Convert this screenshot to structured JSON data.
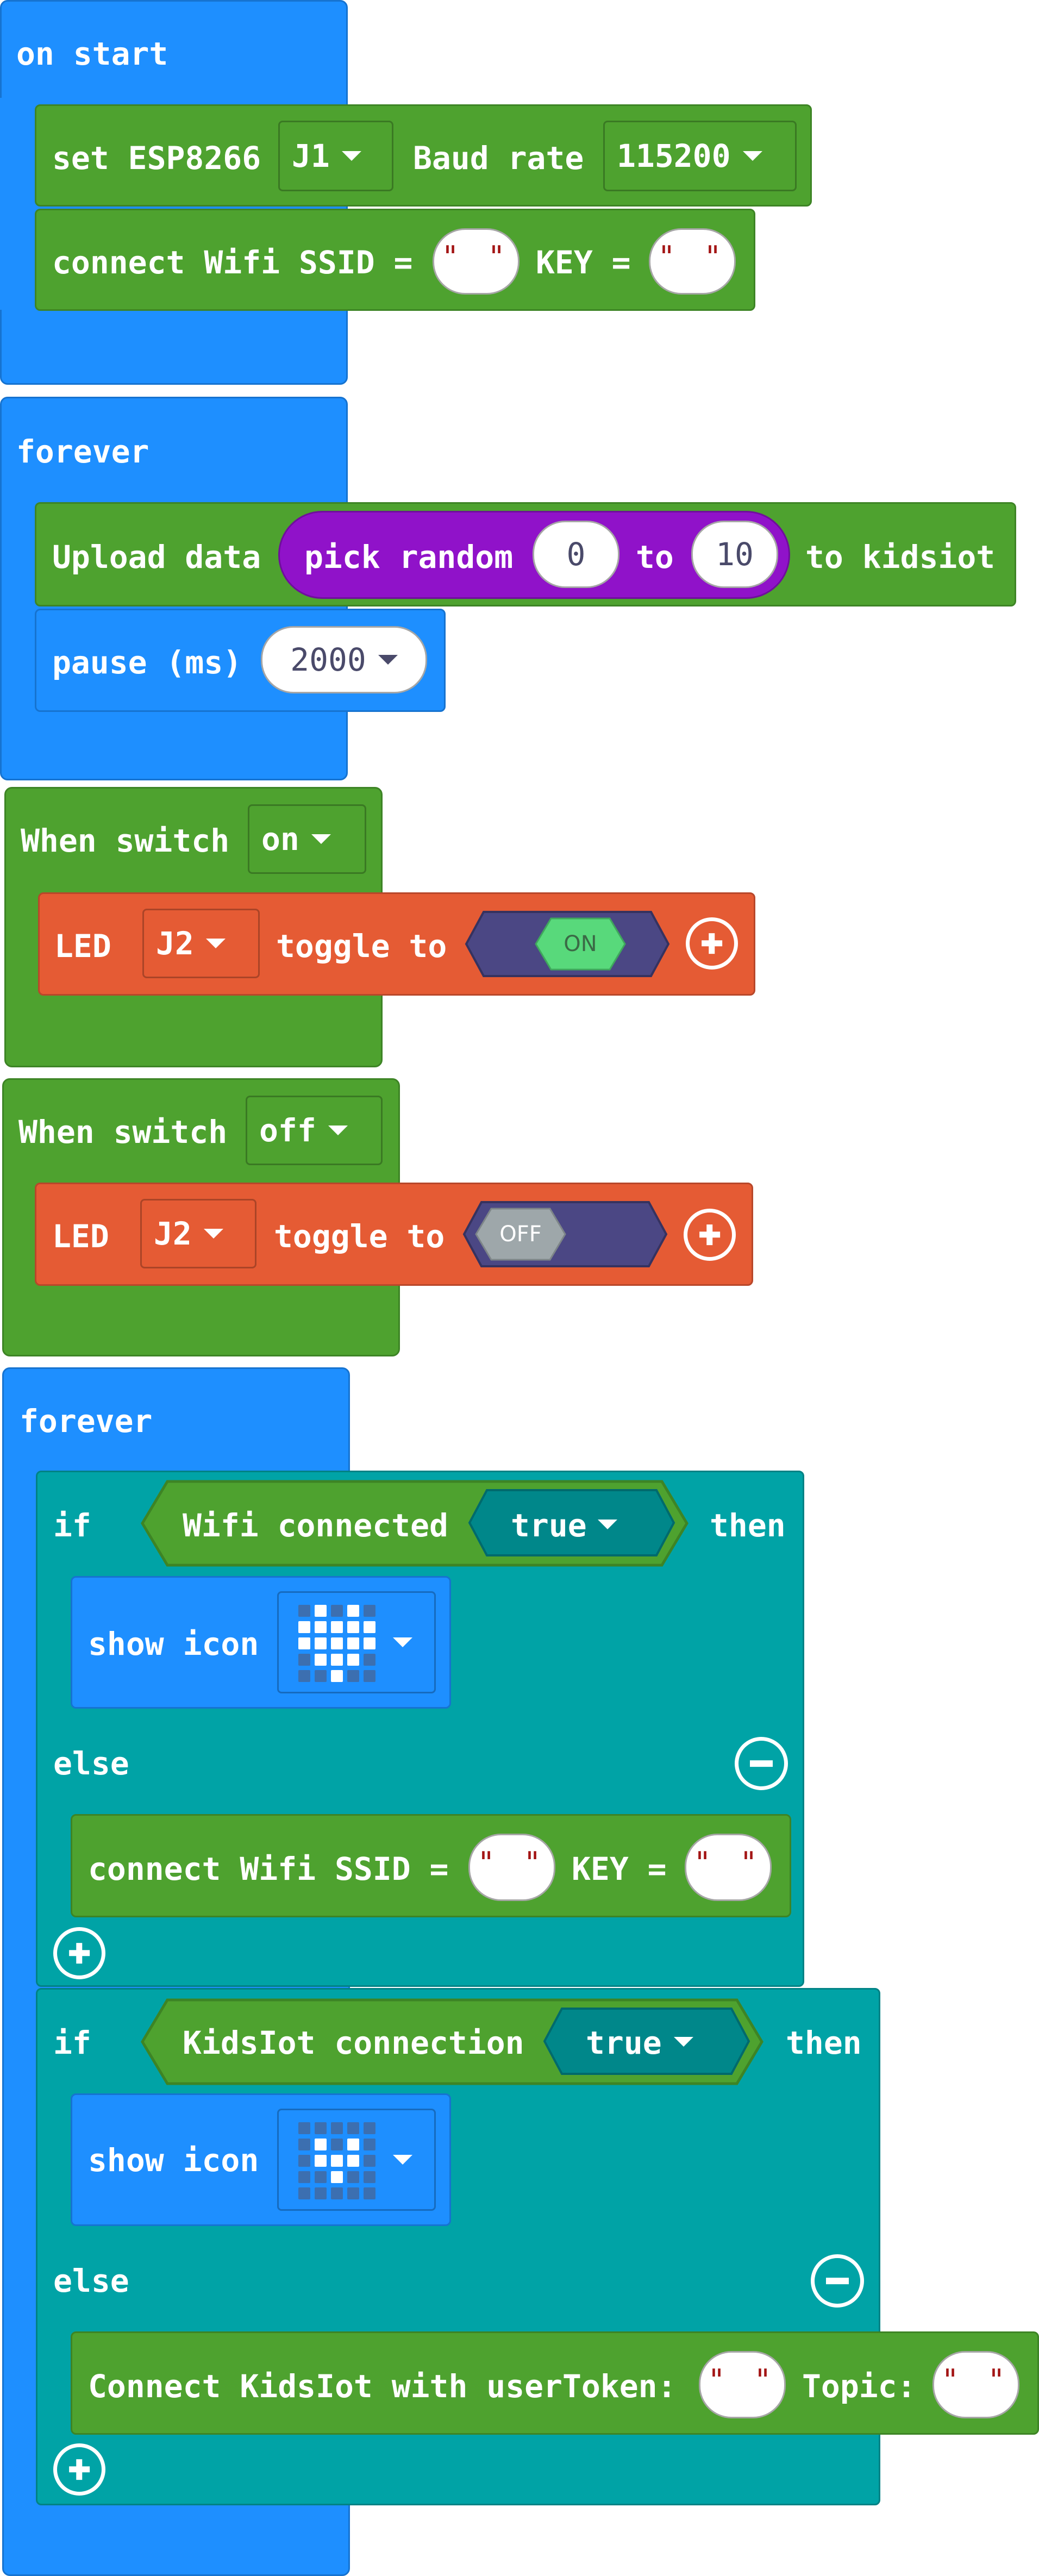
{
  "colors": {
    "basic_blue": "#1e8fff",
    "green": "#4ea22f",
    "orange": "#e55b34",
    "purple": "#9012c9",
    "teal": "#00a3a6",
    "dark_teal": "#00878a",
    "indigo": "#4b4784",
    "on_green": "#58d97b",
    "off_gray": "#9ea7aa"
  },
  "block1": {
    "hat": "on start",
    "set_esp": {
      "label": "set ESP8266",
      "port": "J1",
      "baud_label": "Baud rate",
      "baud": "115200"
    },
    "connect": {
      "label": "connect Wifi SSID =",
      "key_label": "KEY =",
      "ssid_value": "\" \"",
      "key_value": "\" \""
    }
  },
  "block2": {
    "hat": "forever",
    "upload": {
      "label": "Upload data",
      "random_label": "pick random",
      "from": "0",
      "to_label": "to",
      "to": "10",
      "suffix": "to kidsiot"
    },
    "pause": {
      "label": "pause (ms)",
      "value": "2000"
    }
  },
  "block3": {
    "hat": "When switch",
    "state": "on",
    "led": {
      "label": "LED",
      "pin": "J2",
      "toggle_label": "toggle to",
      "value": "ON"
    }
  },
  "block4": {
    "hat": "When switch",
    "state": "off",
    "led": {
      "label": "LED",
      "pin": "J2",
      "toggle_label": "toggle to",
      "value": "OFF"
    }
  },
  "block5": {
    "hat": "forever",
    "if1": {
      "if_label": "if",
      "cond": "Wifi connected",
      "cond_value": "true",
      "then_label": "then",
      "show_icon": "show icon",
      "else_label": "else",
      "connect": {
        "label": "connect Wifi SSID =",
        "key_label": "KEY =",
        "ssid_value": "\" \"",
        "key_value": "\" \""
      },
      "icon": "heart-icon"
    },
    "if2": {
      "if_label": "if",
      "cond": "KidsIot connection",
      "cond_value": "true",
      "then_label": "then",
      "show_icon": "show icon",
      "else_label": "else",
      "connect": {
        "label": "Connect KidsIot with userToken:",
        "topic_label": "Topic:",
        "token_value": "\" \"",
        "topic_value": "\" \""
      },
      "icon": "small-heart-icon"
    }
  }
}
